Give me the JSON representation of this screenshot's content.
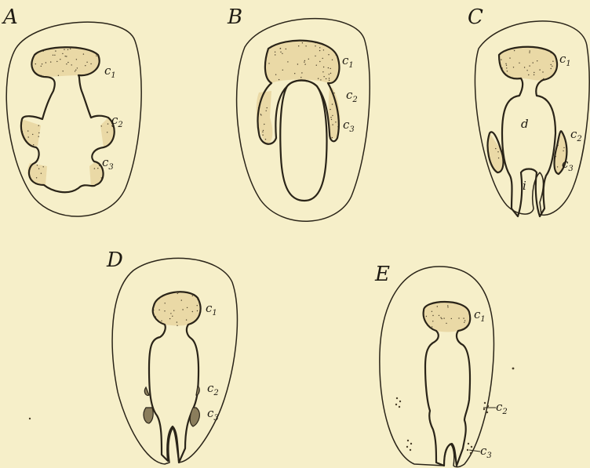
{
  "panels": [
    {
      "id": "A",
      "label": "A",
      "marks": [
        {
          "text": "c",
          "sub": "1"
        },
        {
          "text": "c",
          "sub": "2"
        },
        {
          "text": "c",
          "sub": "3"
        }
      ]
    },
    {
      "id": "B",
      "label": "B",
      "marks": [
        {
          "text": "c",
          "sub": "1"
        },
        {
          "text": "c",
          "sub": "2"
        },
        {
          "text": "c",
          "sub": "3"
        }
      ]
    },
    {
      "id": "C",
      "label": "C",
      "marks": [
        {
          "text": "c",
          "sub": "1"
        },
        {
          "text": "c",
          "sub": "2"
        },
        {
          "text": "c",
          "sub": "3"
        },
        {
          "text": "d"
        },
        {
          "text": "i"
        }
      ]
    },
    {
      "id": "D",
      "label": "D",
      "marks": [
        {
          "text": "c",
          "sub": "1"
        },
        {
          "text": "c",
          "sub": "2"
        },
        {
          "text": "c",
          "sub": "3"
        }
      ]
    },
    {
      "id": "E",
      "label": "E",
      "marks": [
        {
          "text": "c",
          "sub": "1"
        },
        {
          "text": "c",
          "sub": "2"
        },
        {
          "text": "c",
          "sub": "3"
        }
      ]
    }
  ],
  "colors": {
    "paper": "#f6efc9",
    "ink": "#2a2418",
    "stipple": "#ead9a6"
  }
}
